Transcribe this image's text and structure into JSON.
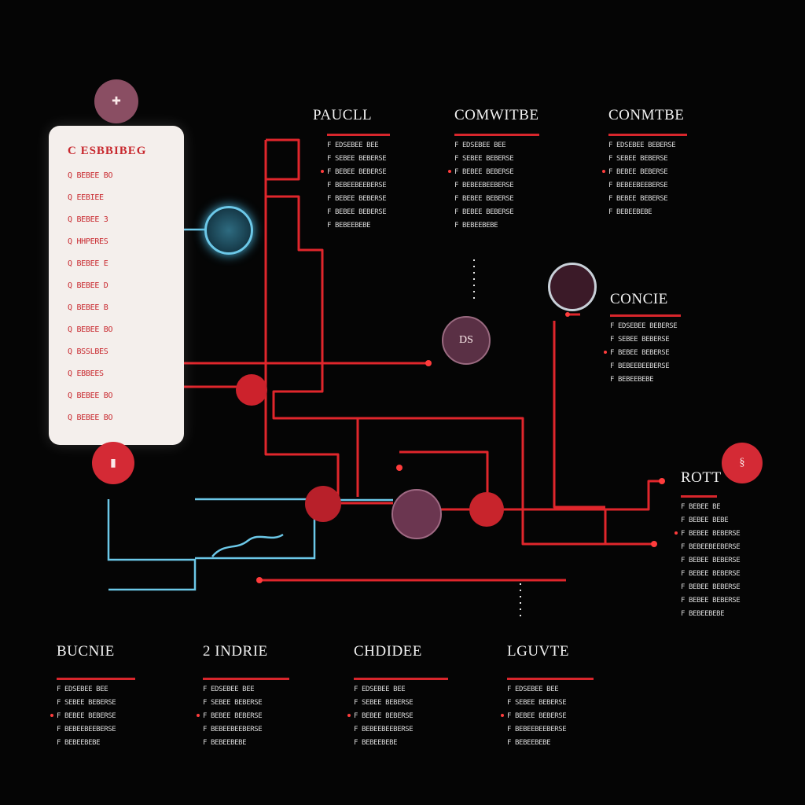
{
  "palette": {
    "background": "#050505",
    "wire_red": "#e0262c",
    "wire_blue": "#6cc8e8",
    "panel": "#f4efec",
    "node_dark": "#5a3045"
  },
  "left_panel": {
    "title": "C ESBBIBEG",
    "lines": [
      "Q BEBEE BO",
      "Q EEBIEE",
      "Q BEBEE 3",
      "Q HHPERES",
      "Q BEBEE E",
      "Q BEBEE D",
      "Q BEBEE B",
      "Q BEBEE BO",
      "Q BSSLBES",
      "Q EBBEES",
      "Q BEBEE BO",
      "Q BEBEE BO"
    ]
  },
  "top_sections": [
    {
      "heading": "PAUCLL",
      "lines": [
        "F EDSEBEE BEE",
        "F SEBEE BEBERSE",
        "F BEBEE BEBERSE",
        "F BEBEEBEEBERSE",
        "F BEBEE BEBERSE",
        "F BEBEE BEBERSE",
        "F BEBEEBEBE"
      ]
    },
    {
      "heading": "COMWITBE",
      "lines": [
        "F EDSEBEE BEE",
        "F SEBEE BEBERSE",
        "F BEBEE BEBERSE",
        "F BEBEEBEEBERSE",
        "F BEBEE BEBERSE",
        "F BEBEE BEBERSE",
        "F BEBEEBEBE"
      ]
    },
    {
      "heading": "CONMTBE",
      "lines": [
        "F EDSEBEE BEBERSE",
        "F SEBEE BEBERSE",
        "F BEBEE BEBERSE",
        "F BEBEEBEEBERSE",
        "F BEBEE BEBERSE",
        "F BEBEEBEBE"
      ]
    }
  ],
  "side_sections": [
    {
      "heading": "CONCIE",
      "lines": [
        "F EDSEBEE BEBERSE",
        "F SEBEE BEBERSE",
        "F BEBEE BEBERSE",
        "F BEBEEBEEBERSE",
        "F BEBEEBEBE"
      ]
    },
    {
      "heading": "ROTT",
      "lines": [
        "F BEBEE BE",
        "F BEBEE BEBE",
        "F BEBEE BEBERSE",
        "F BEBEEBEEBERSE",
        "F BEBEE BEBERSE",
        "F BEBEE BEBERSE",
        "F BEBEE BEBERSE",
        "F BEBEE BEBERSE",
        "F BEBEEBEBE"
      ]
    }
  ],
  "bottom_sections": [
    {
      "heading": "BUCNIE",
      "lines": [
        "F EDSEBEE BEE",
        "F SEBEE BEBERSE",
        "F BEBEE BEBERSE",
        "F BEBEEBEEBERSE",
        "F BEBEEBEBE"
      ]
    },
    {
      "heading": "2 INDRIE",
      "lines": [
        "F EDSEBEE BEE",
        "F SEBEE BEBERSE",
        "F BEBEE BEBERSE",
        "F BEBEEBEEBERSE",
        "F BEBEEBEBE"
      ]
    },
    {
      "heading": "CHDIDEE",
      "lines": [
        "F EDSEBEE BEE",
        "F SEBEE BEBERSE",
        "F BEBEE BEBERSE",
        "F BEBEEBEEBERSE",
        "F BEBEEBEBE"
      ]
    },
    {
      "heading": "LGUVTE",
      "lines": [
        "F EDSEBEE BEE",
        "F SEBEE BEBERSE",
        "F BEBEE BEBERSE",
        "F BEBEEBEEBERSE",
        "F BEBEEBEBE"
      ]
    }
  ],
  "nodes": {
    "ds_label": "DS"
  }
}
